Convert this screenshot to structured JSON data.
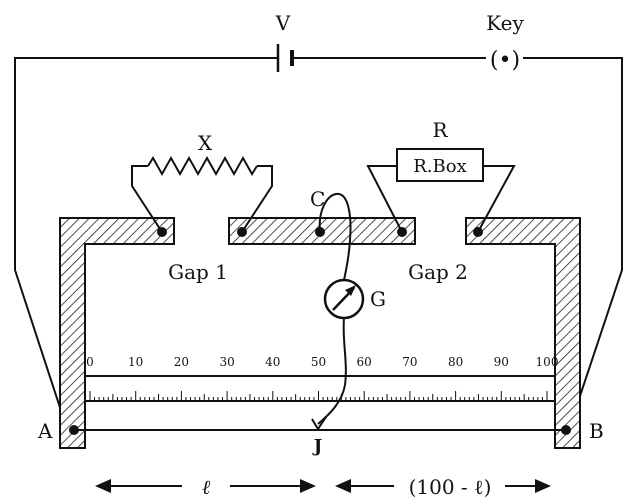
{
  "labels": {
    "battery": "V",
    "key": "Key",
    "key_symbol": "(•)",
    "unknown_resistance": "X",
    "resistance_box_label": "R",
    "resistance_box": "R.Box",
    "point_c": "C",
    "gap1": "Gap 1",
    "gap2": "Gap 2",
    "galvanometer": "G",
    "end_a": "A",
    "end_b": "B",
    "jockey": "J",
    "length_left": "ℓ",
    "length_right": "(100 - ℓ)"
  },
  "scale": {
    "ticks": [
      "0",
      "10",
      "20",
      "30",
      "40",
      "50",
      "60",
      "70",
      "80",
      "90",
      "100"
    ]
  }
}
